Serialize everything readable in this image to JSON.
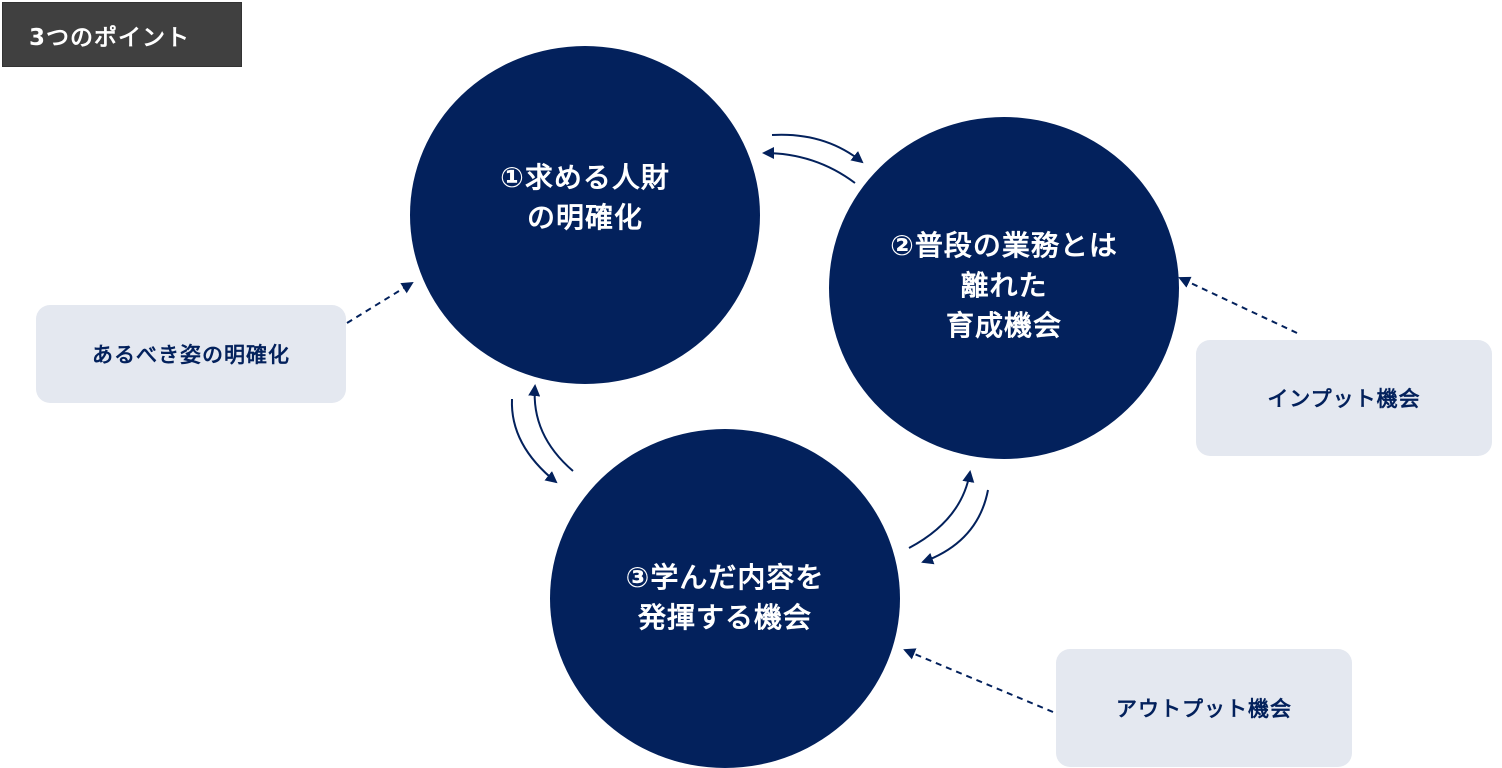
{
  "colors": {
    "circle_fill": "#03215c",
    "box_fill": "#e4e8f0",
    "box_text": "#03215c",
    "title_fill": "#404040",
    "arrow": "#03215c"
  },
  "title_tag": {
    "label": "3つのポイント"
  },
  "circles": [
    {
      "label": "①求める人財\nの明確化"
    },
    {
      "label": "②普段の業務とは\n離れた\n育成機会"
    },
    {
      "label": "③学んだ内容を\n発揮する機会"
    }
  ],
  "boxes": [
    {
      "label": "あるべき姿の明確化"
    },
    {
      "label": "インプット機会"
    },
    {
      "label": "アウトプット機会"
    }
  ]
}
